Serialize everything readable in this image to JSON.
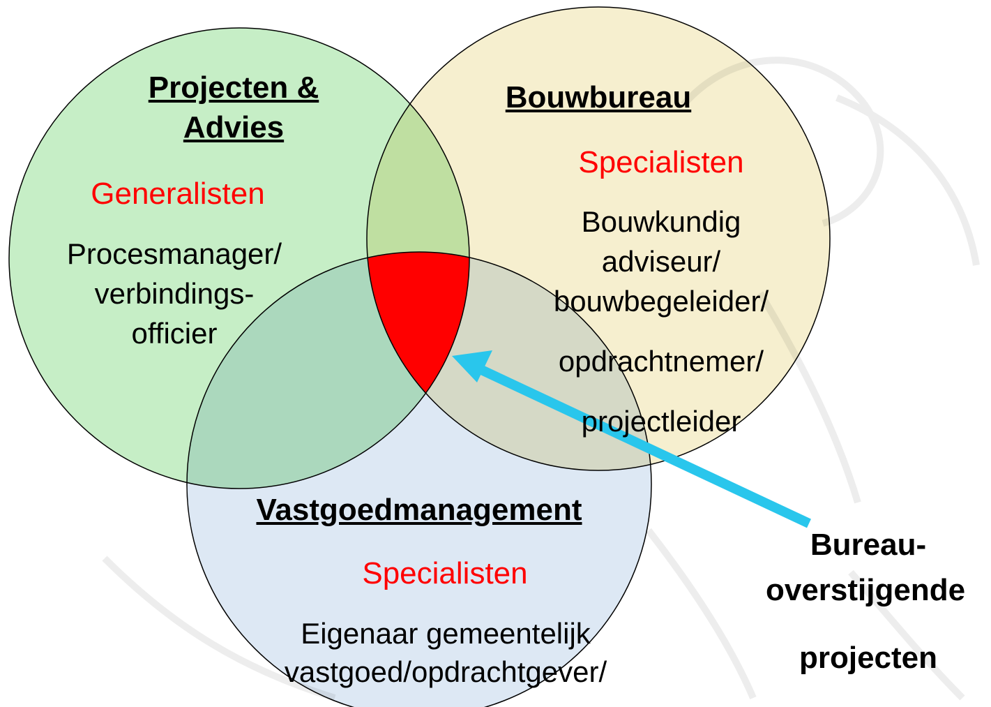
{
  "colors": {
    "green_circle": "#c6eec6",
    "yellow_circle": "#f6efcf",
    "blue_circle": "#dde8f4",
    "center_overlap": "#ff0000",
    "arrow": "#29c6ec",
    "role_text": "#ff0000"
  },
  "circles": {
    "projecten": {
      "title_line1": "Projecten &",
      "title_line2": "Advies",
      "role": "Generalisten",
      "lines": [
        "Procesmanager/",
        "verbindings-",
        "officier"
      ]
    },
    "bouwbureau": {
      "title": "Bouwbureau",
      "role": "Specialisten",
      "lines": [
        "Bouwkundig",
        "adviseur/",
        "bouwbegeleider/",
        "opdrachtnemer/",
        "projectleider"
      ]
    },
    "vastgoed": {
      "title": "Vastgoedmanagement",
      "role": "Specialisten",
      "lines": [
        "Eigenaar gemeentelijk",
        "vastgoed/opdrachtgever/"
      ]
    }
  },
  "callout": {
    "line1": "Bureau-",
    "line2": "overstijgende",
    "line3": "projecten"
  }
}
